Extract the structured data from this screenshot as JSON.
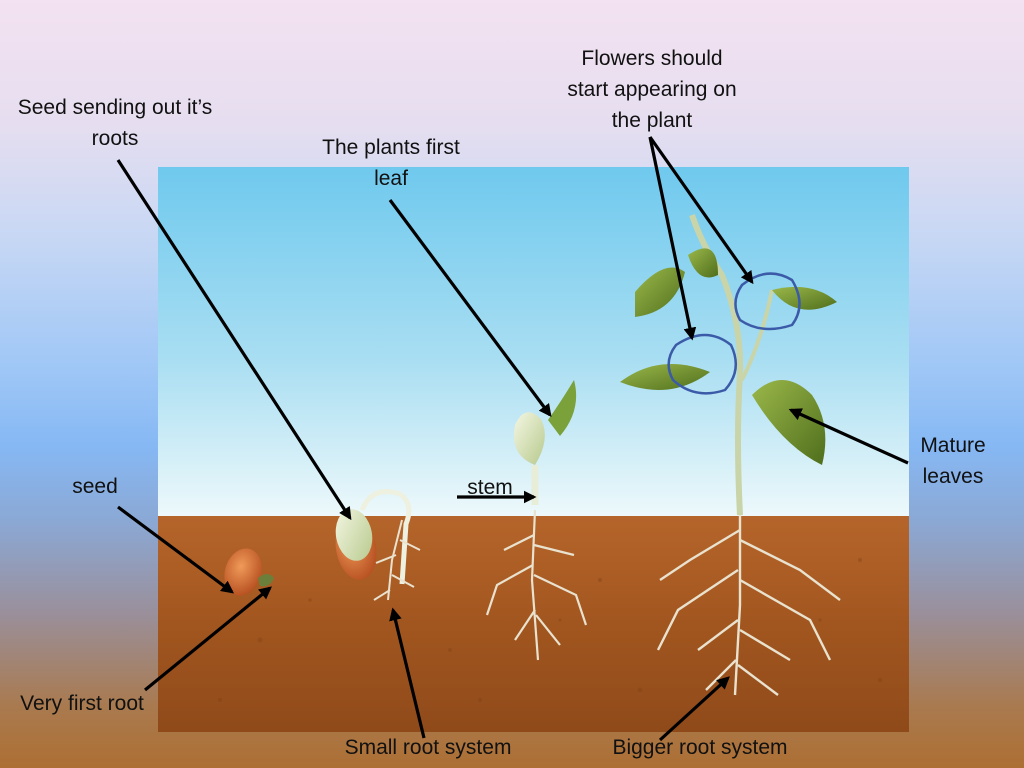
{
  "labels": {
    "seed_roots": [
      "Seed sending out it’s",
      "roots"
    ],
    "first_leaf": [
      "The plants first",
      "leaf"
    ],
    "flowers": [
      "Flowers should",
      "start appearing on",
      "the plant"
    ],
    "seed": "seed",
    "stem": "stem",
    "mature_leaves": [
      "Mature",
      "leaves"
    ],
    "very_first_root": "Very first root",
    "small_root_system": "Small root system",
    "bigger_root_system": "Bigger root system"
  },
  "colors": {
    "sky_top": "#6fc9ee",
    "sky_bottom": "#eef9fb",
    "soil": "#a2561f",
    "arrow": "#000000",
    "flower_circle": "#3b5aa8",
    "leaf": "#6f8f2c",
    "root": "#e9e2cf"
  }
}
